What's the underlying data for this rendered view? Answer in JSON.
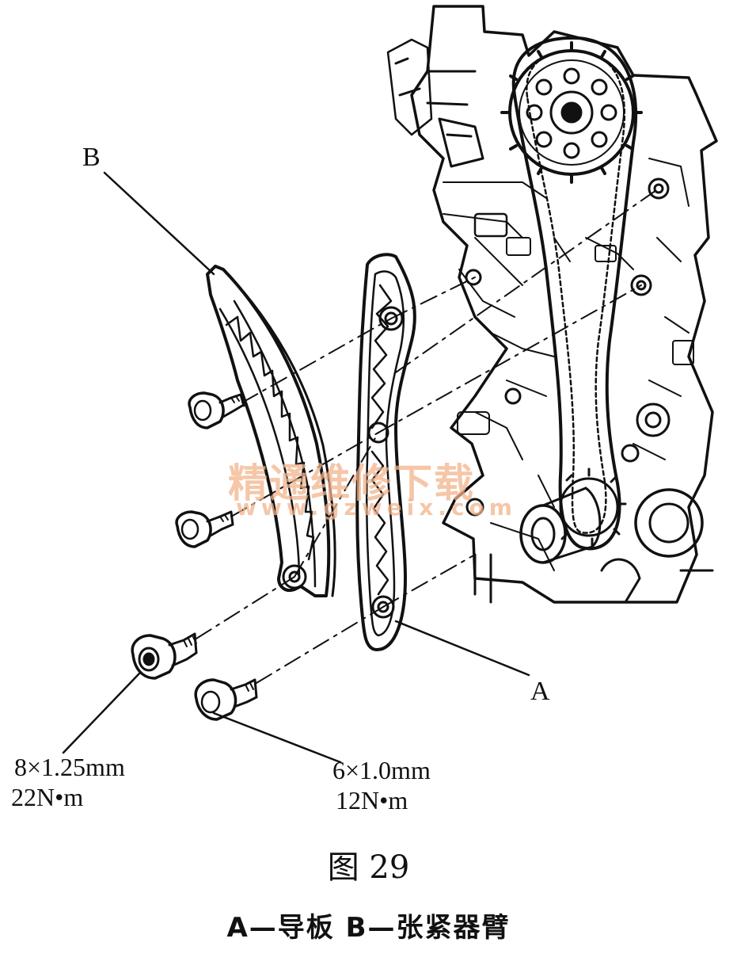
{
  "labels": {
    "tensioner_arm": "B",
    "guide_plate": "A"
  },
  "bolt_specs": {
    "large_bolt": {
      "size": "8×1.25mm",
      "torque": "22N•m"
    },
    "small_bolt": {
      "size": "6×1.0mm",
      "torque": "12N•m"
    }
  },
  "figure": {
    "number": "图 29",
    "legend": "A—导板    B—张紧器臂"
  },
  "watermark": {
    "text": "精通维修下载",
    "url": "www.gzweix.com"
  },
  "icons": {
    "engine_block": "engine-block-icon",
    "camshaft_sprocket": "sprocket-icon",
    "timing_chain": "chain-icon",
    "bolt": "bolt-icon"
  }
}
